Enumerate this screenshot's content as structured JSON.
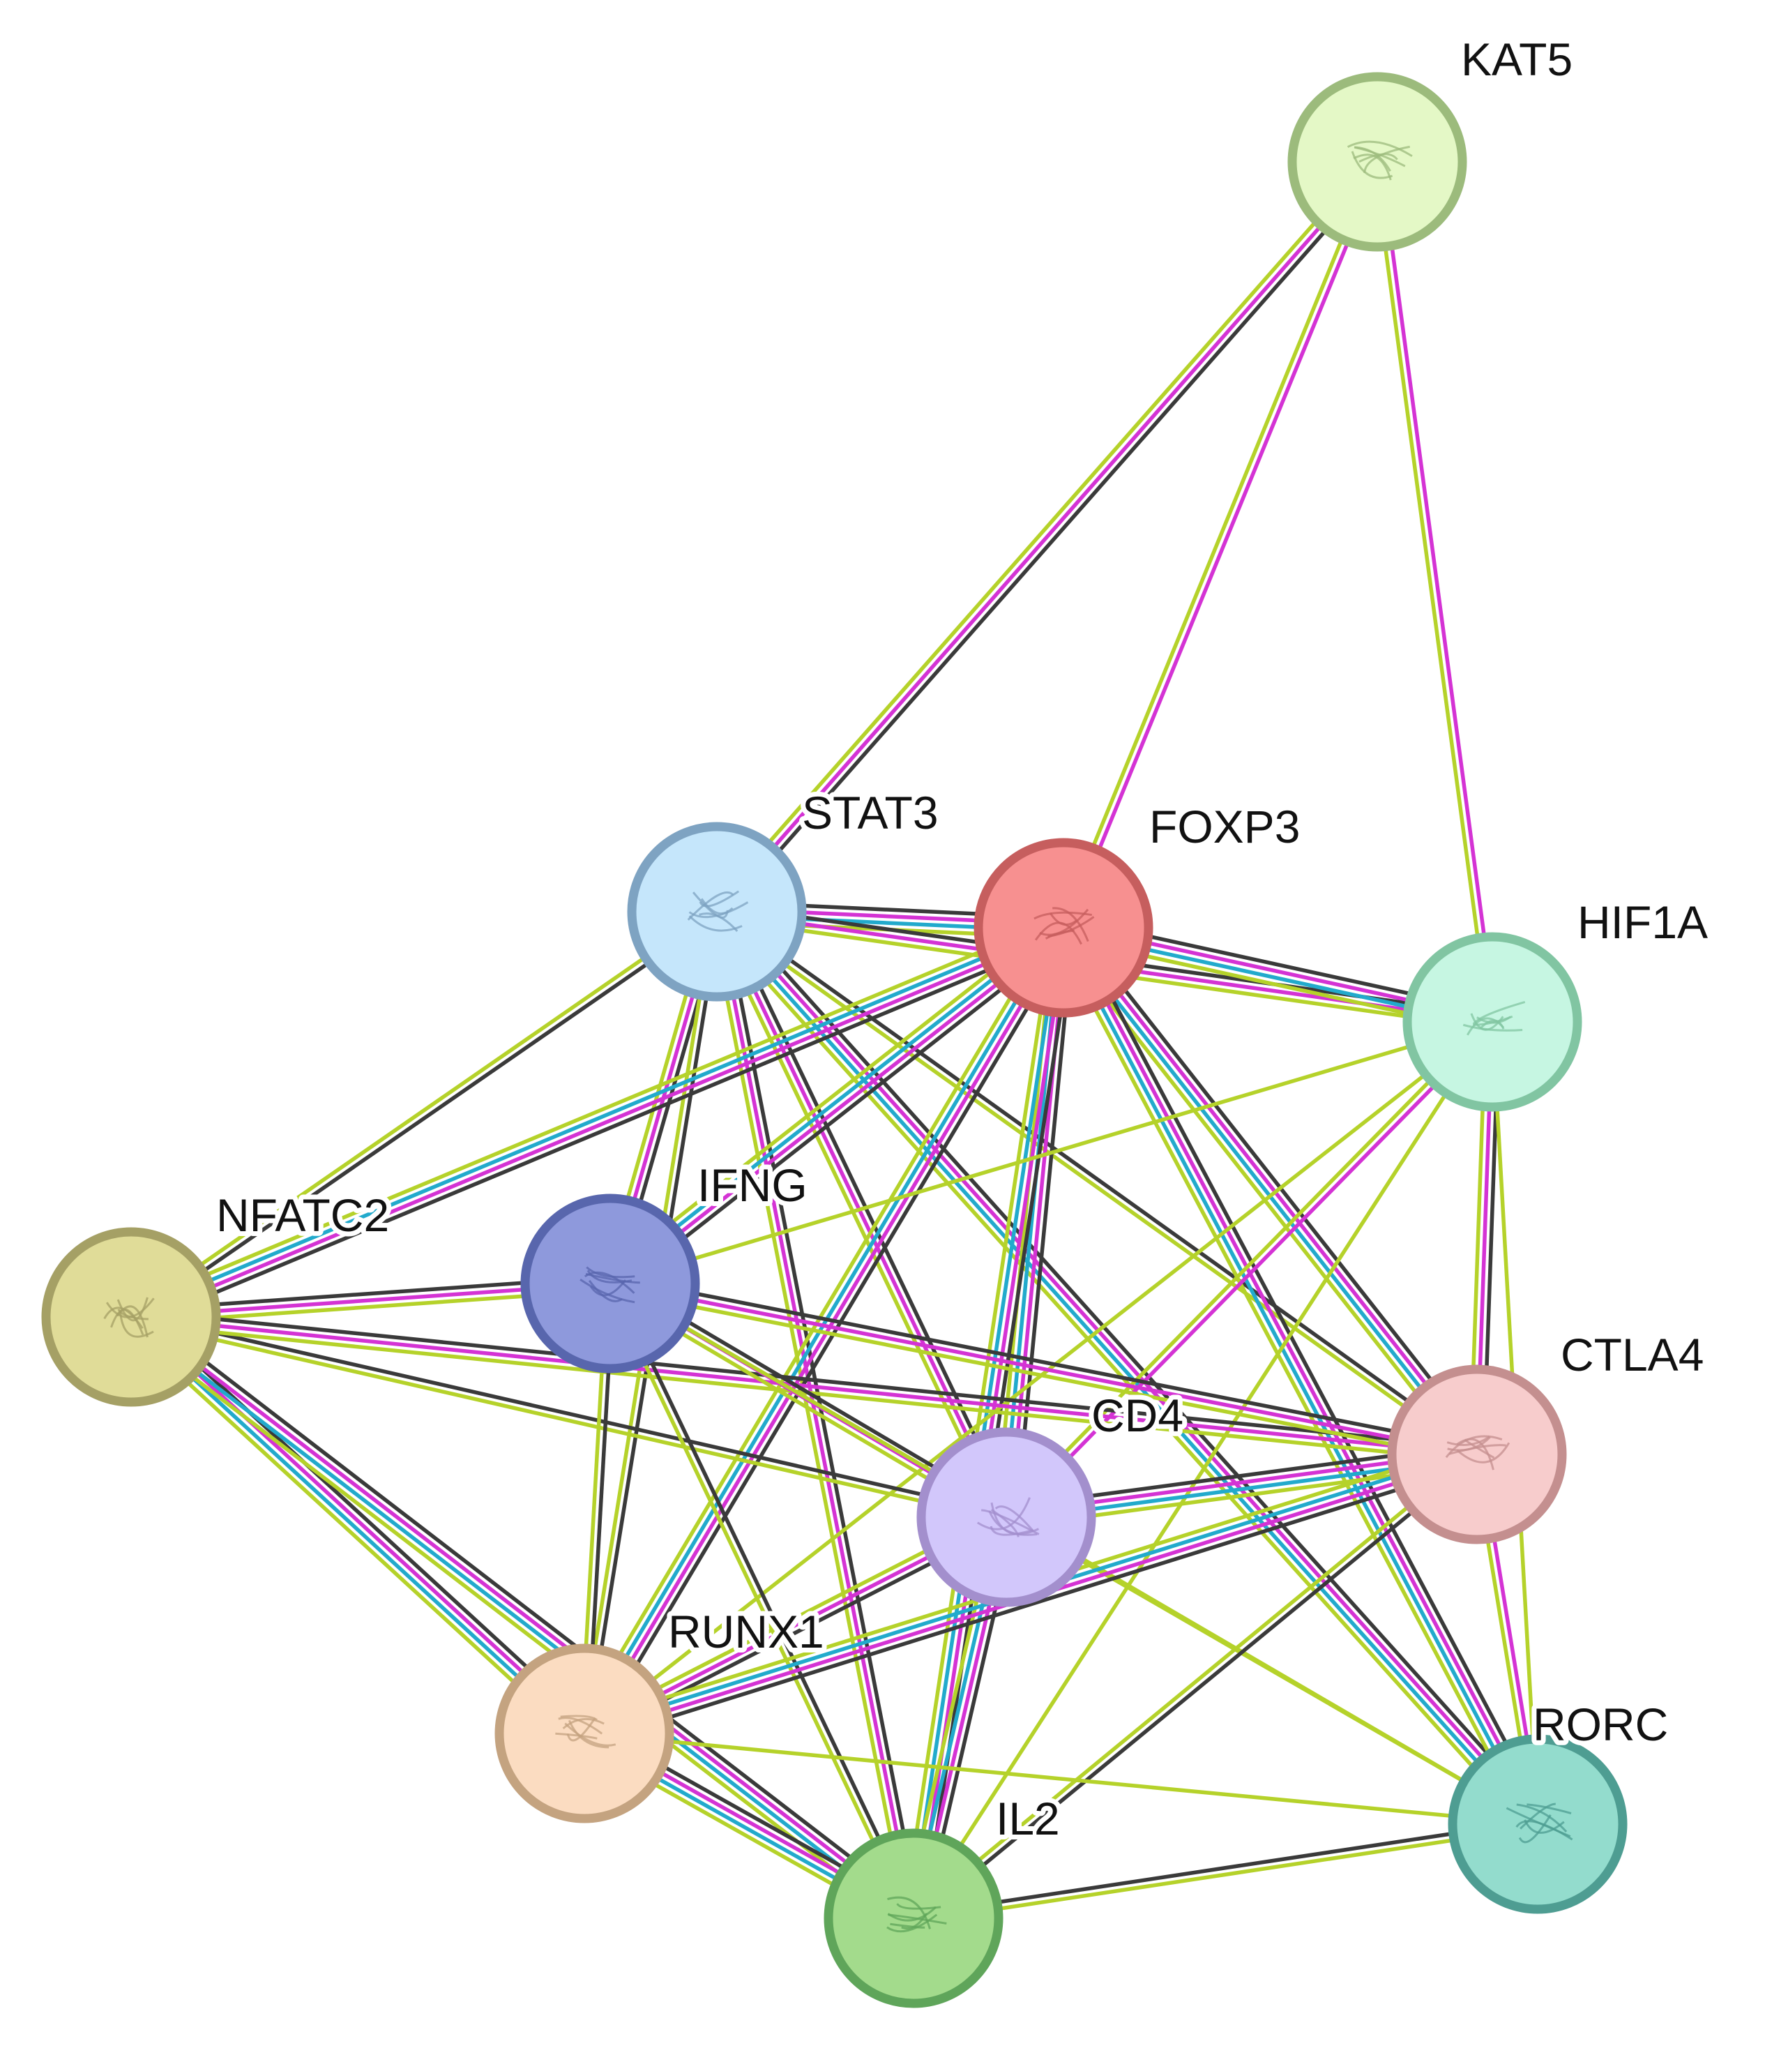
{
  "diagram": {
    "type": "protein-interaction-network",
    "edge_colors": {
      "black": "#3a3a3a",
      "magenta": "#d433d4",
      "cyan": "#22aacc",
      "yellowgreen": "#b5d22a"
    },
    "nodes": [
      {
        "id": "KAT5",
        "label": "KAT5",
        "fill": "#e4f8c6",
        "border": "#9cbb7c",
        "icon": "protein-structure-icon"
      },
      {
        "id": "STAT3",
        "label": "STAT3",
        "fill": "#c5e6fb",
        "border": "#7ea3c2",
        "icon": "protein-structure-icon"
      },
      {
        "id": "FOXP3",
        "label": "FOXP3",
        "fill": "#f79090",
        "border": "#c65e5e",
        "icon": "protein-structure-icon"
      },
      {
        "id": "HIF1A",
        "label": "HIF1A",
        "fill": "#c6f6e2",
        "border": "#81c5a2",
        "icon": "protein-structure-icon"
      },
      {
        "id": "NFATC2",
        "label": "NFATC2",
        "fill": "#e0dc98",
        "border": "#a5a065",
        "icon": "protein-structure-icon"
      },
      {
        "id": "IFNG",
        "label": "IFNG",
        "fill": "#8e99dc",
        "border": "#5866ad",
        "icon": "protein-structure-icon"
      },
      {
        "id": "CD4",
        "label": "CD4",
        "fill": "#d2c7fb",
        "border": "#a38fcd",
        "icon": "protein-structure-icon"
      },
      {
        "id": "CTLA4",
        "label": "CTLA4",
        "fill": "#f7cccc",
        "border": "#c48f8f",
        "icon": "protein-structure-icon"
      },
      {
        "id": "RUNX1",
        "label": "RUNX1",
        "fill": "#fbdcc1",
        "border": "#c4a380",
        "icon": "protein-structure-icon"
      },
      {
        "id": "RORC",
        "label": "RORC",
        "fill": "#93dccd",
        "border": "#4e9d92",
        "icon": "protein-structure-icon"
      },
      {
        "id": "IL2",
        "label": "IL2",
        "fill": "#a3db8c",
        "border": "#5fa55a",
        "icon": "protein-structure-icon"
      }
    ],
    "edges": [
      {
        "source": "KAT5",
        "target": "STAT3",
        "evidence": [
          "black",
          "magenta",
          "yellowgreen"
        ]
      },
      {
        "source": "KAT5",
        "target": "FOXP3",
        "evidence": [
          "magenta",
          "yellowgreen"
        ]
      },
      {
        "source": "KAT5",
        "target": "HIF1A",
        "evidence": [
          "magenta",
          "yellowgreen"
        ]
      },
      {
        "source": "STAT3",
        "target": "FOXP3",
        "evidence": [
          "black",
          "magenta",
          "cyan",
          "yellowgreen"
        ]
      },
      {
        "source": "STAT3",
        "target": "HIF1A",
        "evidence": [
          "black",
          "magenta",
          "yellowgreen"
        ]
      },
      {
        "source": "STAT3",
        "target": "NFATC2",
        "evidence": [
          "black",
          "yellowgreen"
        ]
      },
      {
        "source": "STAT3",
        "target": "IFNG",
        "evidence": [
          "black",
          "magenta",
          "yellowgreen"
        ]
      },
      {
        "source": "STAT3",
        "target": "CD4",
        "evidence": [
          "black",
          "magenta",
          "yellowgreen"
        ]
      },
      {
        "source": "STAT3",
        "target": "CTLA4",
        "evidence": [
          "black",
          "yellowgreen"
        ]
      },
      {
        "source": "STAT3",
        "target": "RUNX1",
        "evidence": [
          "black",
          "yellowgreen"
        ]
      },
      {
        "source": "STAT3",
        "target": "RORC",
        "evidence": [
          "black",
          "magenta",
          "cyan",
          "yellowgreen"
        ]
      },
      {
        "source": "STAT3",
        "target": "IL2",
        "evidence": [
          "black",
          "magenta",
          "yellowgreen"
        ]
      },
      {
        "source": "FOXP3",
        "target": "HIF1A",
        "evidence": [
          "black",
          "magenta",
          "cyan",
          "yellowgreen"
        ]
      },
      {
        "source": "FOXP3",
        "target": "NFATC2",
        "evidence": [
          "black",
          "magenta",
          "cyan",
          "yellowgreen"
        ]
      },
      {
        "source": "FOXP3",
        "target": "IFNG",
        "evidence": [
          "black",
          "magenta",
          "cyan",
          "yellowgreen"
        ]
      },
      {
        "source": "FOXP3",
        "target": "CD4",
        "evidence": [
          "black",
          "magenta",
          "cyan",
          "yellowgreen"
        ]
      },
      {
        "source": "FOXP3",
        "target": "CTLA4",
        "evidence": [
          "black",
          "magenta",
          "cyan",
          "yellowgreen"
        ]
      },
      {
        "source": "FOXP3",
        "target": "RUNX1",
        "evidence": [
          "black",
          "magenta",
          "cyan",
          "yellowgreen"
        ]
      },
      {
        "source": "FOXP3",
        "target": "RORC",
        "evidence": [
          "black",
          "magenta",
          "cyan",
          "yellowgreen"
        ]
      },
      {
        "source": "FOXP3",
        "target": "IL2",
        "evidence": [
          "black",
          "magenta",
          "cyan",
          "yellowgreen"
        ]
      },
      {
        "source": "HIF1A",
        "target": "CTLA4",
        "evidence": [
          "black",
          "magenta",
          "yellowgreen"
        ]
      },
      {
        "source": "HIF1A",
        "target": "CD4",
        "evidence": [
          "magenta",
          "yellowgreen"
        ]
      },
      {
        "source": "HIF1A",
        "target": "IFNG",
        "evidence": [
          "yellowgreen"
        ]
      },
      {
        "source": "HIF1A",
        "target": "RUNX1",
        "evidence": [
          "yellowgreen"
        ]
      },
      {
        "source": "HIF1A",
        "target": "IL2",
        "evidence": [
          "yellowgreen"
        ]
      },
      {
        "source": "HIF1A",
        "target": "RORC",
        "evidence": [
          "yellowgreen"
        ]
      },
      {
        "source": "NFATC2",
        "target": "IFNG",
        "evidence": [
          "black",
          "magenta",
          "yellowgreen"
        ]
      },
      {
        "source": "NFATC2",
        "target": "CD4",
        "evidence": [
          "black",
          "yellowgreen"
        ]
      },
      {
        "source": "NFATC2",
        "target": "CTLA4",
        "evidence": [
          "black",
          "magenta",
          "yellowgreen"
        ]
      },
      {
        "source": "NFATC2",
        "target": "RUNX1",
        "evidence": [
          "black",
          "magenta",
          "cyan",
          "yellowgreen"
        ]
      },
      {
        "source": "NFATC2",
        "target": "IL2",
        "evidence": [
          "black",
          "magenta",
          "cyan",
          "yellowgreen"
        ]
      },
      {
        "source": "IFNG",
        "target": "CD4",
        "evidence": [
          "black",
          "magenta",
          "yellowgreen"
        ]
      },
      {
        "source": "IFNG",
        "target": "CTLA4",
        "evidence": [
          "black",
          "magenta",
          "yellowgreen"
        ]
      },
      {
        "source": "IFNG",
        "target": "RUNX1",
        "evidence": [
          "black",
          "yellowgreen"
        ]
      },
      {
        "source": "IFNG",
        "target": "IL2",
        "evidence": [
          "black",
          "yellowgreen"
        ]
      },
      {
        "source": "IFNG",
        "target": "RORC",
        "evidence": [
          "yellowgreen"
        ]
      },
      {
        "source": "CD4",
        "target": "CTLA4",
        "evidence": [
          "black",
          "magenta",
          "cyan",
          "yellowgreen"
        ]
      },
      {
        "source": "CD4",
        "target": "RUNX1",
        "evidence": [
          "black",
          "magenta",
          "yellowgreen"
        ]
      },
      {
        "source": "CD4",
        "target": "IL2",
        "evidence": [
          "black",
          "magenta",
          "cyan",
          "yellowgreen"
        ]
      },
      {
        "source": "CD4",
        "target": "RORC",
        "evidence": [
          "yellowgreen"
        ]
      },
      {
        "source": "CTLA4",
        "target": "RUNX1",
        "evidence": [
          "black",
          "magenta",
          "cyan",
          "yellowgreen"
        ]
      },
      {
        "source": "CTLA4",
        "target": "RORC",
        "evidence": [
          "magenta",
          "yellowgreen"
        ]
      },
      {
        "source": "CTLA4",
        "target": "IL2",
        "evidence": [
          "black",
          "yellowgreen"
        ]
      },
      {
        "source": "RUNX1",
        "target": "IL2",
        "evidence": [
          "black",
          "magenta",
          "cyan",
          "yellowgreen"
        ]
      },
      {
        "source": "RUNX1",
        "target": "RORC",
        "evidence": [
          "yellowgreen"
        ]
      },
      {
        "source": "IL2",
        "target": "RORC",
        "evidence": [
          "black",
          "yellowgreen"
        ]
      }
    ]
  }
}
